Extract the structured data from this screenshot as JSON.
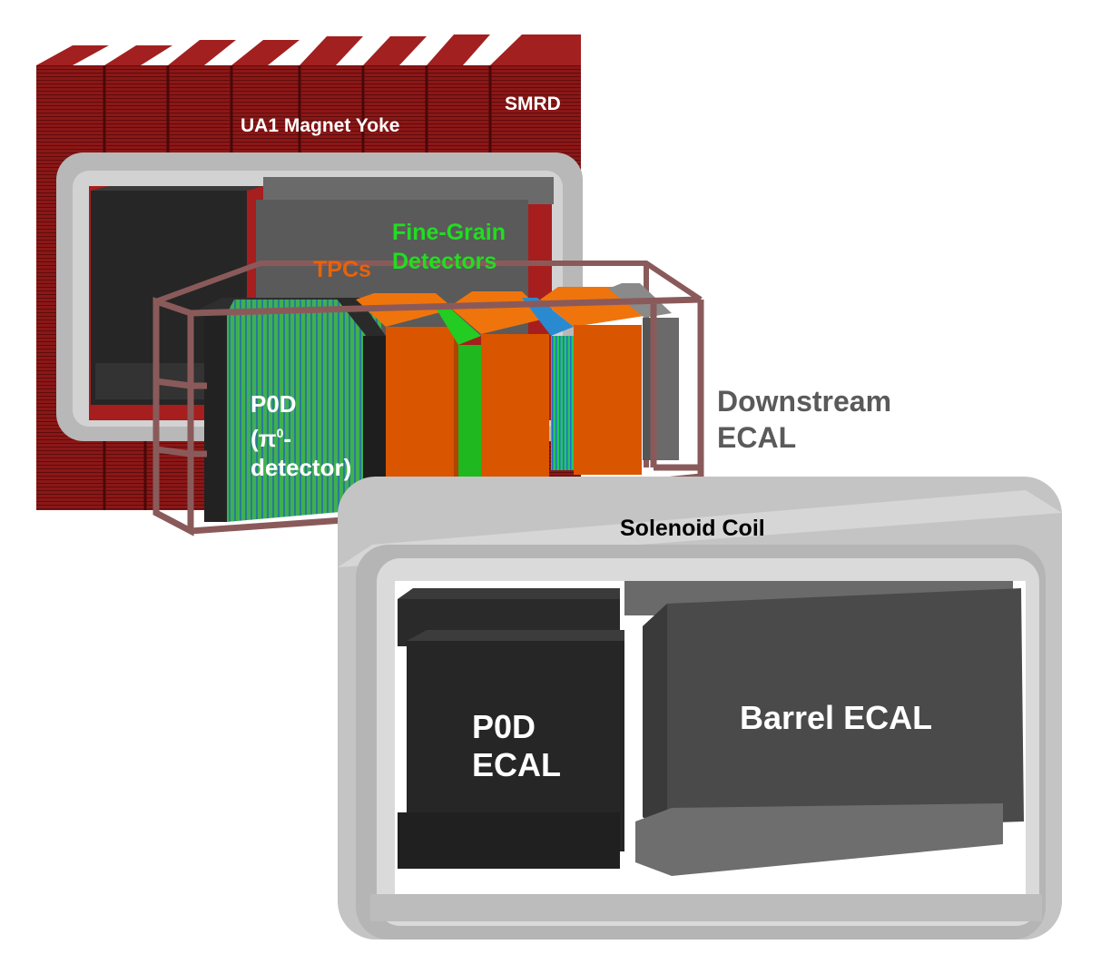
{
  "labels": {
    "magnet_yoke": "UA1 Magnet Yoke",
    "smrd": "SMRD",
    "fine_grain_line1": "Fine-Grain",
    "fine_grain_line2": "Detectors",
    "tpcs": "TPCs",
    "p0d_line1": "P0D",
    "p0d_line2_pi": "(π",
    "p0d_line2_sup": "0",
    "p0d_line2_rest": "-",
    "p0d_line3": "detector)",
    "downstream_line1": "Downstream",
    "downstream_line2": "ECAL",
    "solenoid_coil": "Solenoid Coil",
    "p0d_ecal_line1": "P0D",
    "p0d_ecal_line2": "ECAL",
    "barrel_ecal": "Barrel ECAL"
  },
  "colors": {
    "yoke": "#8b1717",
    "coil": "#c8c8c8",
    "ecal_dark": "#2a2a2a",
    "ecal_mid": "#4a4a4a",
    "tpc": "#e65c00",
    "fgd": "#22cc22",
    "p0d": "#3aa84a",
    "basket": "#8a5a5a"
  }
}
